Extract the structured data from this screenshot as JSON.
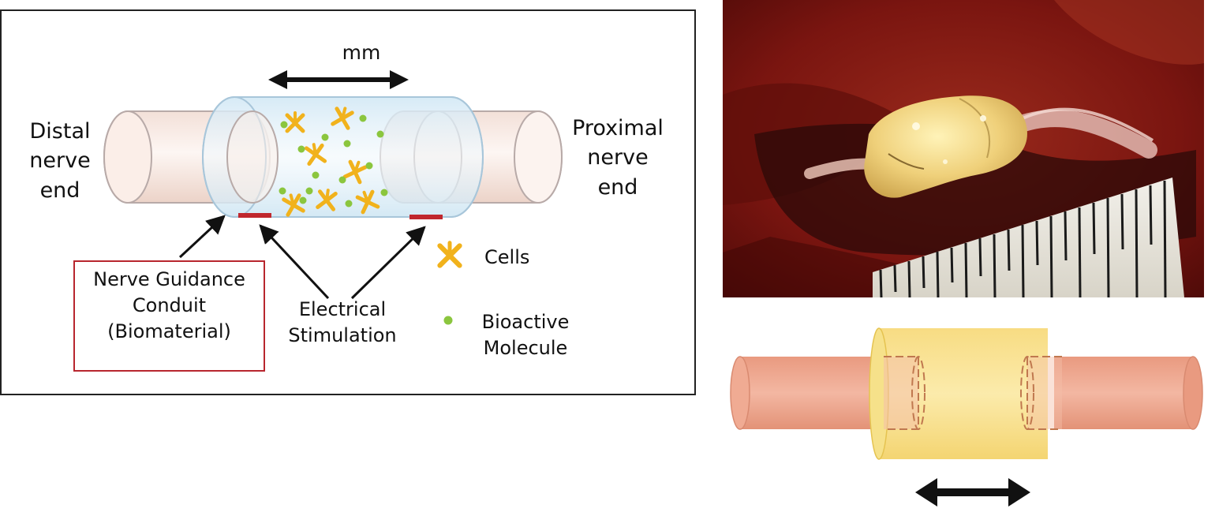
{
  "schematic": {
    "distance_label": "mm",
    "distal_label": "Distal\nnerve\nend",
    "proximal_label": "Proximal\nnerve\nend",
    "conduit_label": "Nerve Guidance\nConduit\n(Biomaterial)",
    "stimulation_label": "Electrical\nStimulation",
    "legend": {
      "cells_label": "Cells",
      "molecule_label": "Bioactive\nMolecule"
    }
  },
  "colors": {
    "nerve_fill": "#f8ece6",
    "nerve_stroke": "#b8aaa8",
    "conduit_fill": "#d9ecf6",
    "conduit_stroke": "#a8c6da",
    "cell": "#f1b21c",
    "molecule": "#8bc63e",
    "electrode": "#c0272d",
    "box_border": "#b8262e",
    "photo_tissue": "#7a1510",
    "conduit_yellow": "#f6d66c",
    "nerve_salmon": "#eda48c"
  }
}
